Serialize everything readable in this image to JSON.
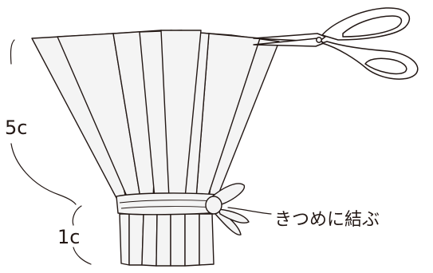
{
  "labels": {
    "top_length": "5c",
    "bottom_length": "1c",
    "tie_instruction": "きつめに結ぶ"
  },
  "colors": {
    "line": "#231815",
    "paper": "#f4f4f4",
    "background": "#ffffff"
  },
  "icons": {
    "scissors": "scissors-icon"
  }
}
